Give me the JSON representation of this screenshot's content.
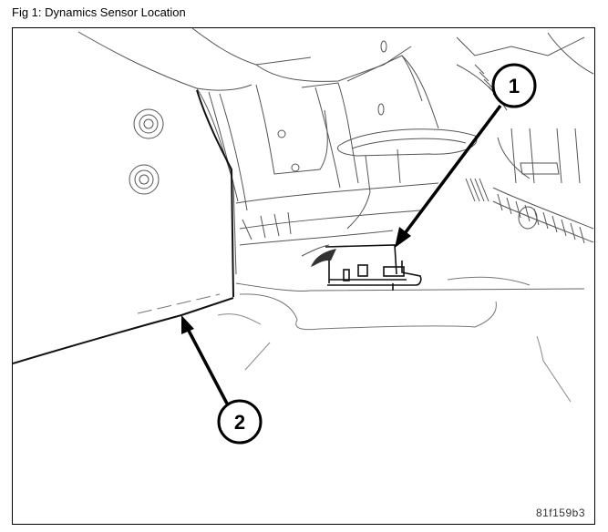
{
  "figure": {
    "caption": "Fig 1: Dynamics Sensor Location",
    "part_code": "81f159b3",
    "callouts": [
      {
        "number": "1",
        "target": "dynamics sensor"
      },
      {
        "number": "2",
        "target": "floor panel edge"
      }
    ]
  }
}
